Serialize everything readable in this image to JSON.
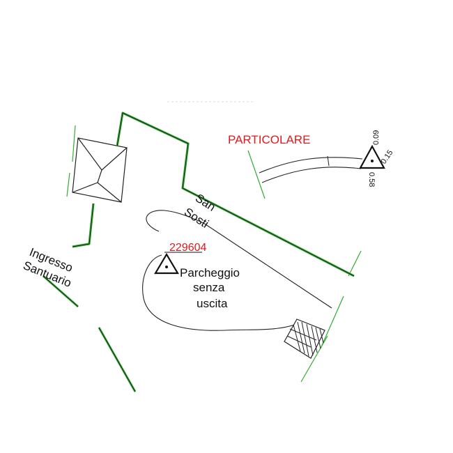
{
  "labels": {
    "detail_title": "PARTICOLARE",
    "benchmark_id": "229604",
    "street_line1": "San",
    "street_line2": "Sosti",
    "parking_line1": "Parcheggio",
    "parking_line2": "senza",
    "parking_line3": "uscita",
    "entrance_line1": "Ingresso",
    "entrance_line2": "Santuario",
    "dim_top": "0.09",
    "dim_right": "0.15",
    "dim_bottom": "0.58"
  },
  "colors": {
    "line": "#222222",
    "edge_green": "#2fae2f",
    "label_red": "#e0191c",
    "text": "#111111"
  }
}
